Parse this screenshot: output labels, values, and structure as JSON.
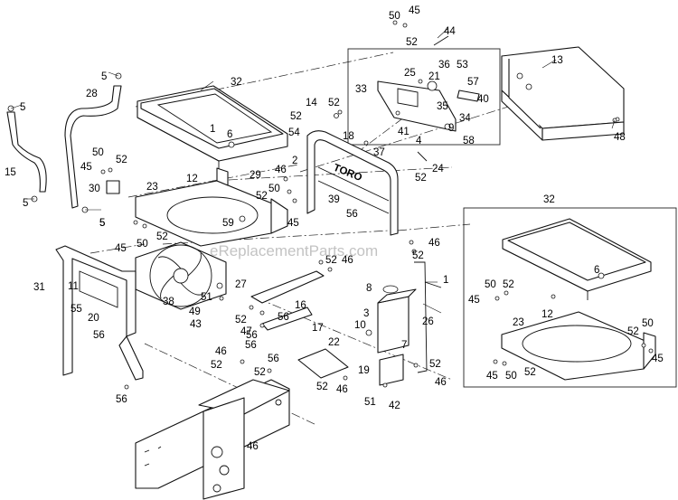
{
  "watermark": "eReplacementParts.com",
  "callouts": [
    {
      "id": "c-50-top",
      "label": "50"
    },
    {
      "id": "c-45-top",
      "label": "45"
    },
    {
      "id": "c-52-top",
      "label": "52"
    },
    {
      "id": "c-44",
      "label": "44"
    },
    {
      "id": "c-13",
      "label": "13"
    },
    {
      "id": "c-5-a",
      "label": "5"
    },
    {
      "id": "c-32-top",
      "label": "32"
    },
    {
      "id": "c-28",
      "label": "28"
    },
    {
      "id": "c-5-b",
      "label": "5"
    },
    {
      "id": "c-15",
      "label": "15"
    },
    {
      "id": "c-5-c",
      "label": "5"
    },
    {
      "id": "c-5-d",
      "label": "5"
    },
    {
      "id": "c-25",
      "label": "25"
    },
    {
      "id": "c-36",
      "label": "36"
    },
    {
      "id": "c-53",
      "label": "53"
    },
    {
      "id": "c-21",
      "label": "21"
    },
    {
      "id": "c-57",
      "label": "57"
    },
    {
      "id": "c-33",
      "label": "33"
    },
    {
      "id": "c-40",
      "label": "40"
    },
    {
      "id": "c-35",
      "label": "35"
    },
    {
      "id": "c-14",
      "label": "14"
    },
    {
      "id": "c-52-a",
      "label": "52"
    },
    {
      "id": "c-52-b",
      "label": "52"
    },
    {
      "id": "c-34",
      "label": "34"
    },
    {
      "id": "c-41",
      "label": "41"
    },
    {
      "id": "c-9",
      "label": "9"
    },
    {
      "id": "c-1-top",
      "label": "1"
    },
    {
      "id": "c-6-top",
      "label": "6"
    },
    {
      "id": "c-54",
      "label": "54"
    },
    {
      "id": "c-18",
      "label": "18"
    },
    {
      "id": "c-4",
      "label": "4"
    },
    {
      "id": "c-58",
      "label": "58"
    },
    {
      "id": "c-48",
      "label": "48"
    },
    {
      "id": "c-37",
      "label": "37"
    },
    {
      "id": "c-50-a",
      "label": "50"
    },
    {
      "id": "c-52-c",
      "label": "52"
    },
    {
      "id": "c-45-a",
      "label": "45"
    },
    {
      "id": "c-30",
      "label": "30"
    },
    {
      "id": "c-12-top",
      "label": "12"
    },
    {
      "id": "c-2",
      "label": "2"
    },
    {
      "id": "c-29",
      "label": "29"
    },
    {
      "id": "c-46-a",
      "label": "46"
    },
    {
      "id": "c-24",
      "label": "24"
    },
    {
      "id": "c-52-d",
      "label": "52"
    },
    {
      "id": "c-23-top",
      "label": "23"
    },
    {
      "id": "c-50-b",
      "label": "50"
    },
    {
      "id": "c-52-e",
      "label": "52"
    },
    {
      "id": "c-39",
      "label": "39"
    },
    {
      "id": "c-5-e",
      "label": "5"
    },
    {
      "id": "c-59",
      "label": "59"
    },
    {
      "id": "c-45-b",
      "label": "45"
    },
    {
      "id": "c-56-a",
      "label": "56"
    },
    {
      "id": "c-32-inset",
      "label": "32"
    },
    {
      "id": "c-45-c",
      "label": "45"
    },
    {
      "id": "c-50-c",
      "label": "50"
    },
    {
      "id": "c-52-f",
      "label": "52"
    },
    {
      "id": "c-46-b",
      "label": "46"
    },
    {
      "id": "c-52-g",
      "label": "52"
    },
    {
      "id": "c-46-c",
      "label": "46"
    },
    {
      "id": "c-52-h",
      "label": "52"
    },
    {
      "id": "c-6-inset",
      "label": "6"
    },
    {
      "id": "c-31",
      "label": "31"
    },
    {
      "id": "c-11",
      "label": "11"
    },
    {
      "id": "c-55",
      "label": "55"
    },
    {
      "id": "c-20",
      "label": "20"
    },
    {
      "id": "c-38",
      "label": "38"
    },
    {
      "id": "c-27",
      "label": "27"
    },
    {
      "id": "c-51-a",
      "label": "51"
    },
    {
      "id": "c-49",
      "label": "49"
    },
    {
      "id": "c-43",
      "label": "43"
    },
    {
      "id": "c-52-i",
      "label": "52"
    },
    {
      "id": "c-56-b",
      "label": "56"
    },
    {
      "id": "c-16",
      "label": "16"
    },
    {
      "id": "c-8",
      "label": "8"
    },
    {
      "id": "c-1-mid",
      "label": "1"
    },
    {
      "id": "c-50-d",
      "label": "50"
    },
    {
      "id": "c-52-j",
      "label": "52"
    },
    {
      "id": "c-45-d",
      "label": "45"
    },
    {
      "id": "c-12-inset",
      "label": "12"
    },
    {
      "id": "c-52-k",
      "label": "52"
    },
    {
      "id": "c-50-e",
      "label": "50"
    },
    {
      "id": "c-56-c",
      "label": "56"
    },
    {
      "id": "c-47",
      "label": "47"
    },
    {
      "id": "c-17",
      "label": "17"
    },
    {
      "id": "c-3",
      "label": "3"
    },
    {
      "id": "c-26",
      "label": "26"
    },
    {
      "id": "c-23-inset",
      "label": "23"
    },
    {
      "id": "c-45-e",
      "label": "45"
    },
    {
      "id": "c-56-d",
      "label": "56"
    },
    {
      "id": "c-10",
      "label": "10"
    },
    {
      "id": "c-7",
      "label": "7"
    },
    {
      "id": "c-56-e",
      "label": "56"
    },
    {
      "id": "c-22",
      "label": "22"
    },
    {
      "id": "c-46-d",
      "label": "46"
    },
    {
      "id": "c-52-l",
      "label": "52"
    },
    {
      "id": "c-56-f",
      "label": "56"
    },
    {
      "id": "c-52-m",
      "label": "52"
    },
    {
      "id": "c-52-n",
      "label": "52"
    },
    {
      "id": "c-45-f",
      "label": "45"
    },
    {
      "id": "c-50-f",
      "label": "50"
    },
    {
      "id": "c-52-o",
      "label": "52"
    },
    {
      "id": "c-19",
      "label": "19"
    },
    {
      "id": "c-46-e",
      "label": "46"
    },
    {
      "id": "c-56-g",
      "label": "56"
    },
    {
      "id": "c-52-p",
      "label": "52"
    },
    {
      "id": "c-46-f",
      "label": "46"
    },
    {
      "id": "c-51-b",
      "label": "51"
    },
    {
      "id": "c-42",
      "label": "42"
    },
    {
      "id": "c-46-g",
      "label": "46"
    }
  ]
}
